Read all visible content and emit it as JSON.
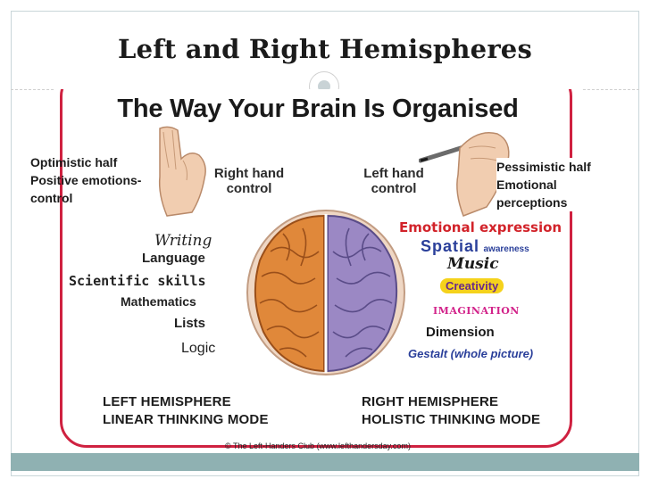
{
  "slide": {
    "title": "Left and Right Hemispheres"
  },
  "poster": {
    "heading": "The Way Your Brain Is Organised",
    "right_hand_control": [
      "Right hand",
      "control"
    ],
    "left_hand_control": [
      "Left hand",
      "control"
    ],
    "left_skills": [
      {
        "text": "Writing"
      },
      {
        "text": "Language"
      },
      {
        "text": "Scientific skills"
      },
      {
        "text": "Mathematics"
      },
      {
        "text": "Lists"
      },
      {
        "text": "Logic"
      }
    ],
    "right_skills": [
      {
        "text": "Emotional expression",
        "color": "#d2232a"
      },
      {
        "text": "Spatial",
        "suffix": "awareness",
        "color": "#2a3f9a"
      },
      {
        "text": "Music",
        "color": "#1a1a1a"
      },
      {
        "text": "Creativity",
        "color": "#6a2a8a",
        "badge": "#f5d21c"
      },
      {
        "text": "IMAGINATION",
        "color": "#d2238a"
      },
      {
        "text": "Dimension",
        "color": "#1a1a1a"
      },
      {
        "text": "Gestalt (whole picture)",
        "color": "#2a3f9a"
      }
    ],
    "left_hemisphere": [
      "LEFT HEMISPHERE",
      "LINEAR THINKING MODE"
    ],
    "right_hemisphere": [
      "RIGHT HEMISPHERE",
      "HOLISTIC THINKING MODE"
    ],
    "credit": "© The Left-Handers Club (www.lefthandersday.com)"
  },
  "annotations": {
    "left": [
      "Optimistic half",
      "Positive emotions-",
      "control"
    ],
    "right": [
      "Pessimistic half",
      "Emotional",
      "perceptions"
    ]
  },
  "colors": {
    "border": "#cf2140",
    "left_brain": "#e0883a",
    "right_brain": "#9b88c4",
    "band": "#8fb1b2"
  }
}
